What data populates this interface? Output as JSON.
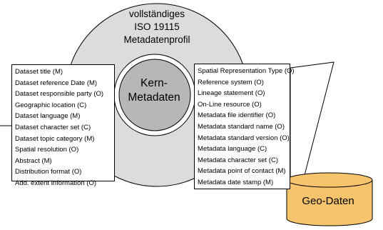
{
  "outer_label": [
    "vollständiges",
    "ISO 19115",
    "Metadatenprofil"
  ],
  "core_label": [
    "Kern-",
    "Metadaten"
  ],
  "left_box": [
    "Dataset title (M)",
    "Dataset reference Date (M)",
    "Dataset responsible party (O)",
    "Geographic location (C)",
    "Dataset language (M)",
    "Dataset character set (C)",
    "Dataset topic category (M)",
    "Spatial resolution (O)",
    "Abstract (M)",
    "Distribution format (O)",
    "Add. extent information (O)"
  ],
  "right_box": [
    "Spatial Representation Type (O)",
    "Reference system (O)",
    "Lineage statement (O)",
    "On-Line resource (O)",
    "Metadata file identifier (O)",
    "Metadata standard name (O)",
    "Metadata standard version (O)",
    "Metadata language (C)",
    "Metadata character set (C)",
    "Metadata point of contact (M)",
    "Metadata date stamp (M)"
  ],
  "database_label": "Geo-Daten",
  "colors": {
    "outer_circle": "#dcdcdc",
    "inner_circle": "#b7b7b7",
    "database": "#f5c46c",
    "outline": "#000000"
  }
}
